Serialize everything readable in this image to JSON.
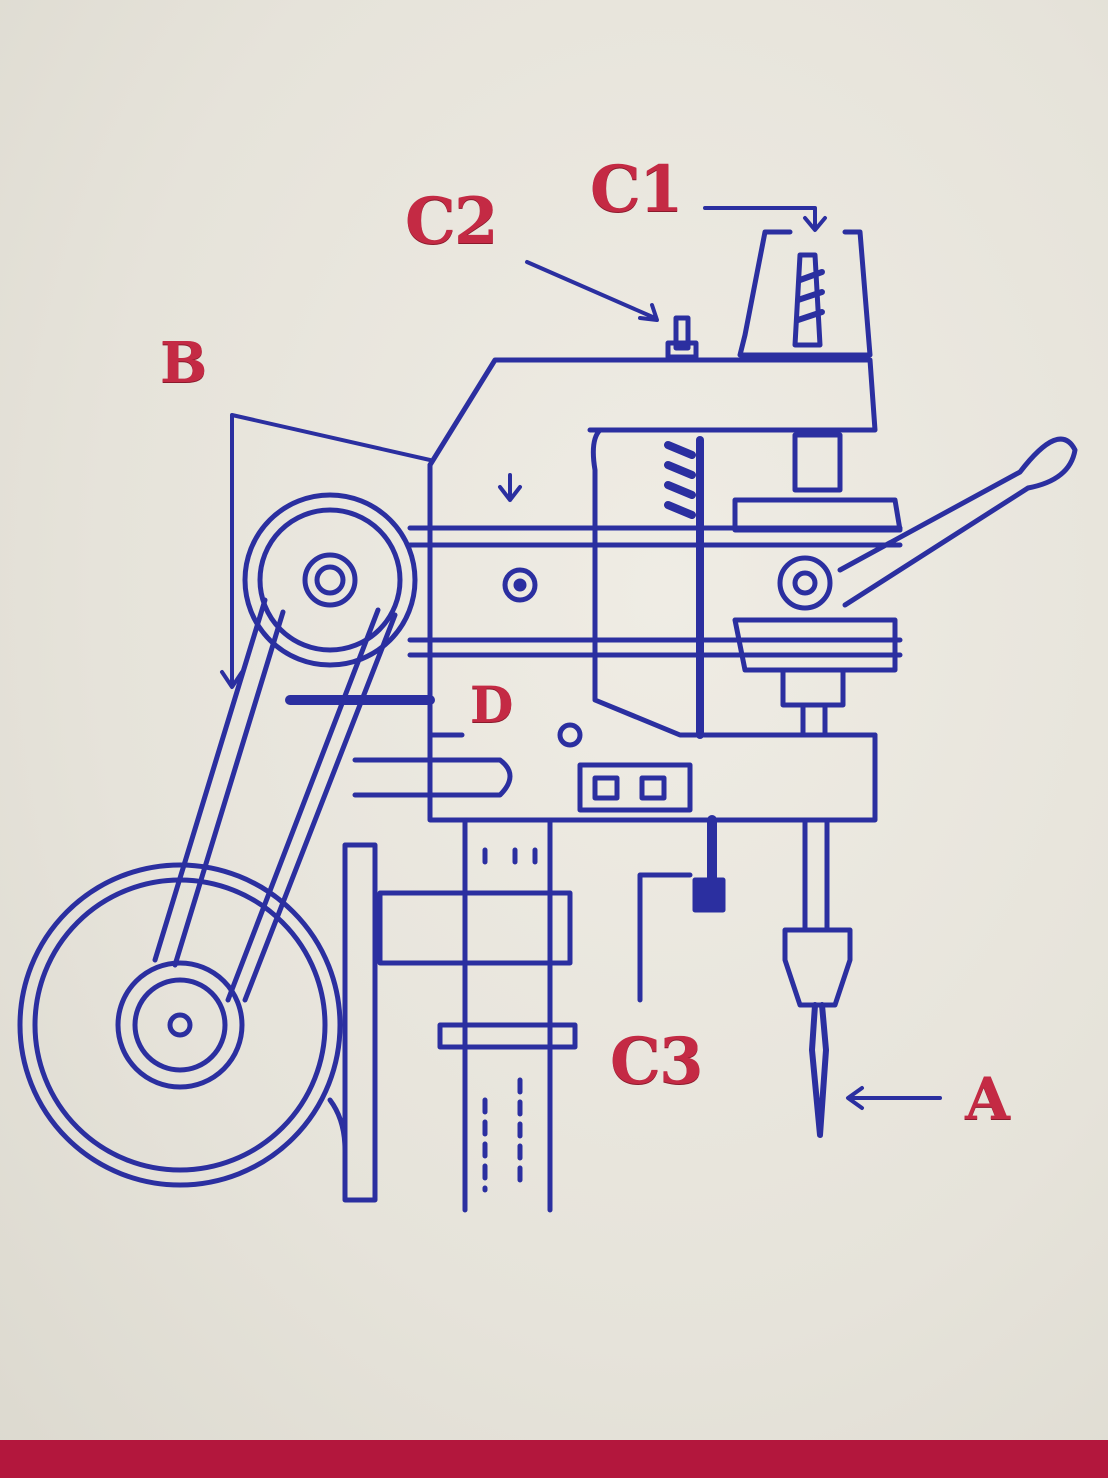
{
  "diagram": {
    "subject": "drill press line drawing",
    "colors": {
      "line": "#2b2fa0",
      "label": "#c42a44",
      "background": "#ebe8df",
      "band": "#b3173d"
    },
    "labels": [
      {
        "id": "A",
        "text": "A",
        "points_to": "drill bit"
      },
      {
        "id": "B",
        "text": "B",
        "points_to": "belt guard / head"
      },
      {
        "id": "C1",
        "text": "C1",
        "points_to": "motor pulley cap"
      },
      {
        "id": "C2",
        "text": "C2",
        "points_to": "top bolt"
      },
      {
        "id": "C3",
        "text": "C3",
        "points_to": "column clamp"
      },
      {
        "id": "D",
        "text": "D",
        "points_to": "depth stop"
      }
    ]
  }
}
